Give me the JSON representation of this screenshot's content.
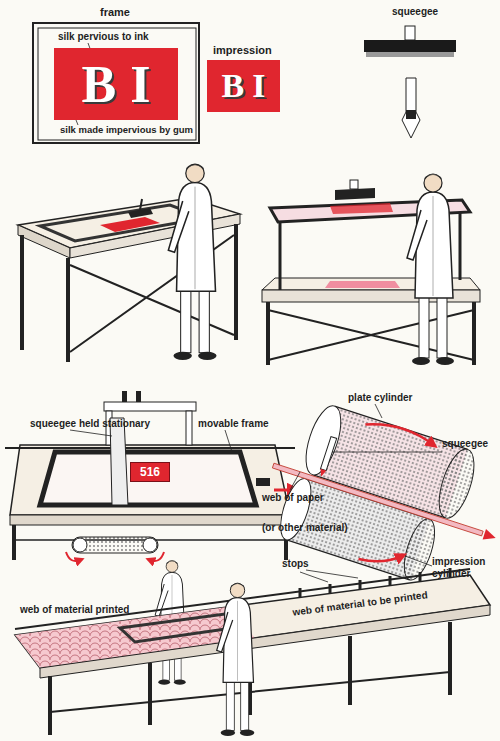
{
  "diagram": {
    "nodes": [
      {
        "text": [
          "frame"
        ]
      },
      {
        "text": [
          "BI"
        ],
        "in": 0
      },
      {
        "text": [
          "impression",
          "BI"
        ]
      },
      {
        "text": [
          "516"
        ]
      }
    ],
    "labels": [
      "silk pervious to ink",
      "silk made impervious by gum",
      "squeegee",
      "squeegee held stationary",
      "movable frame",
      "plate cylinder",
      "squeegee",
      "web of paper",
      "(or other material)",
      "impression cylinder",
      "stops",
      "web of material printed",
      "web of material to be printed"
    ]
  }
}
